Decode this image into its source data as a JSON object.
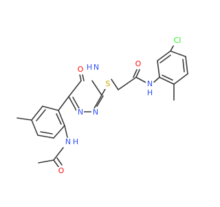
{
  "molecule": {
    "atoms": {
      "o_ring": {
        "label": "O",
        "color": "#ff0d0d"
      },
      "n4h": {
        "label": "N",
        "color": "#3050f8"
      },
      "h_n4": {
        "label": "H",
        "color": "#3050f8"
      },
      "n1": {
        "label": "N",
        "color": "#3050f8"
      },
      "n2": {
        "label": "N",
        "color": "#3050f8"
      },
      "s": {
        "label": "S",
        "color": "#c8a500"
      },
      "o_amide": {
        "label": "O",
        "color": "#ff0d0d"
      },
      "nh_amide": {
        "label": "N",
        "color": "#3050f8"
      },
      "h_amide": {
        "label": "H",
        "color": "#3050f8"
      },
      "cl": {
        "label": "Cl",
        "color": "#1ff01f"
      },
      "nh_acetyl": {
        "label": "N",
        "color": "#3050f8"
      },
      "h_acetyl": {
        "label": "H",
        "color": "#3050f8"
      },
      "o_acetyl": {
        "label": "O",
        "color": "#ff0d0d"
      }
    }
  }
}
